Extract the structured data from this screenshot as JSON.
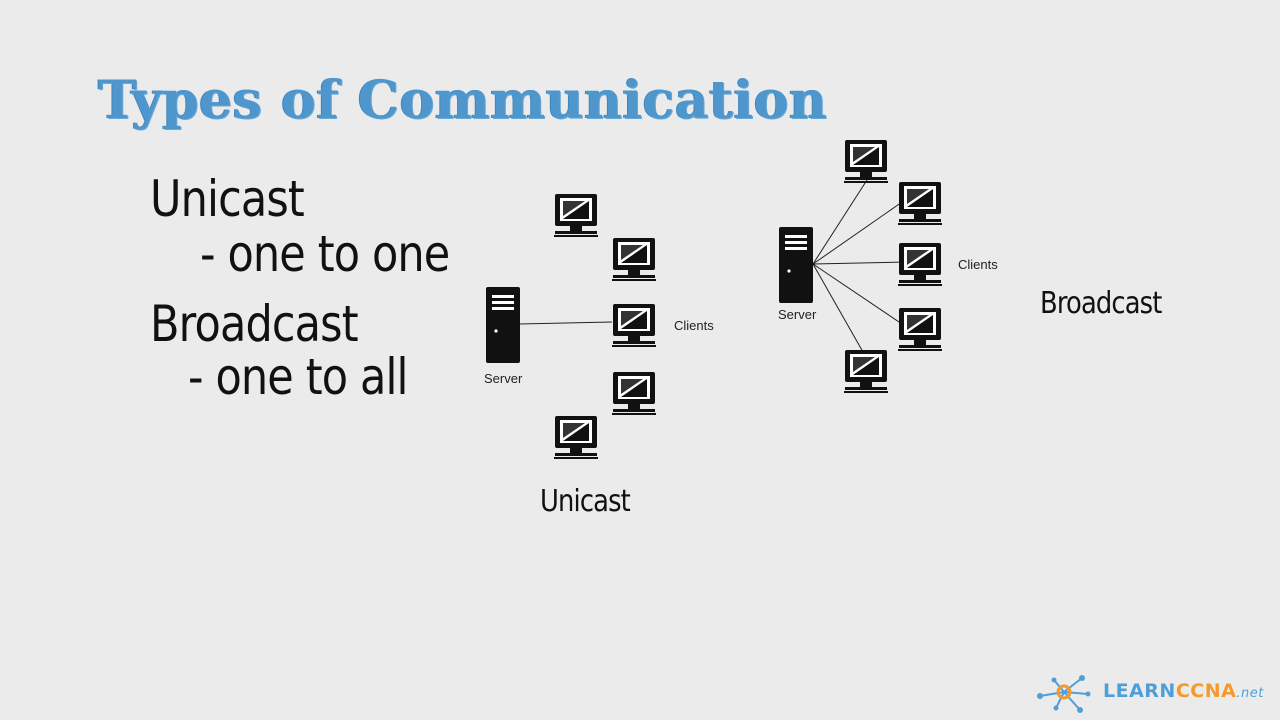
{
  "title": "Types of Communication",
  "notes": {
    "unicast_heading": "Unicast",
    "unicast_desc": "- one to one",
    "broadcast_heading": "Broadcast",
    "broadcast_desc": "- one to all"
  },
  "unicast_diagram": {
    "server_label": "Server",
    "clients_label": "Clients",
    "caption": "Unicast"
  },
  "broadcast_diagram": {
    "server_label": "Server",
    "clients_label": "Clients",
    "caption": "Broadcast"
  },
  "logo": {
    "part1": "LEARN",
    "part2": "CCNA",
    "part3": ".net",
    "colors": {
      "blue": "#4e9fd8",
      "orange": "#f29a2e"
    }
  },
  "colors": {
    "title": "#4f96cc",
    "background": "#ebebeb"
  }
}
